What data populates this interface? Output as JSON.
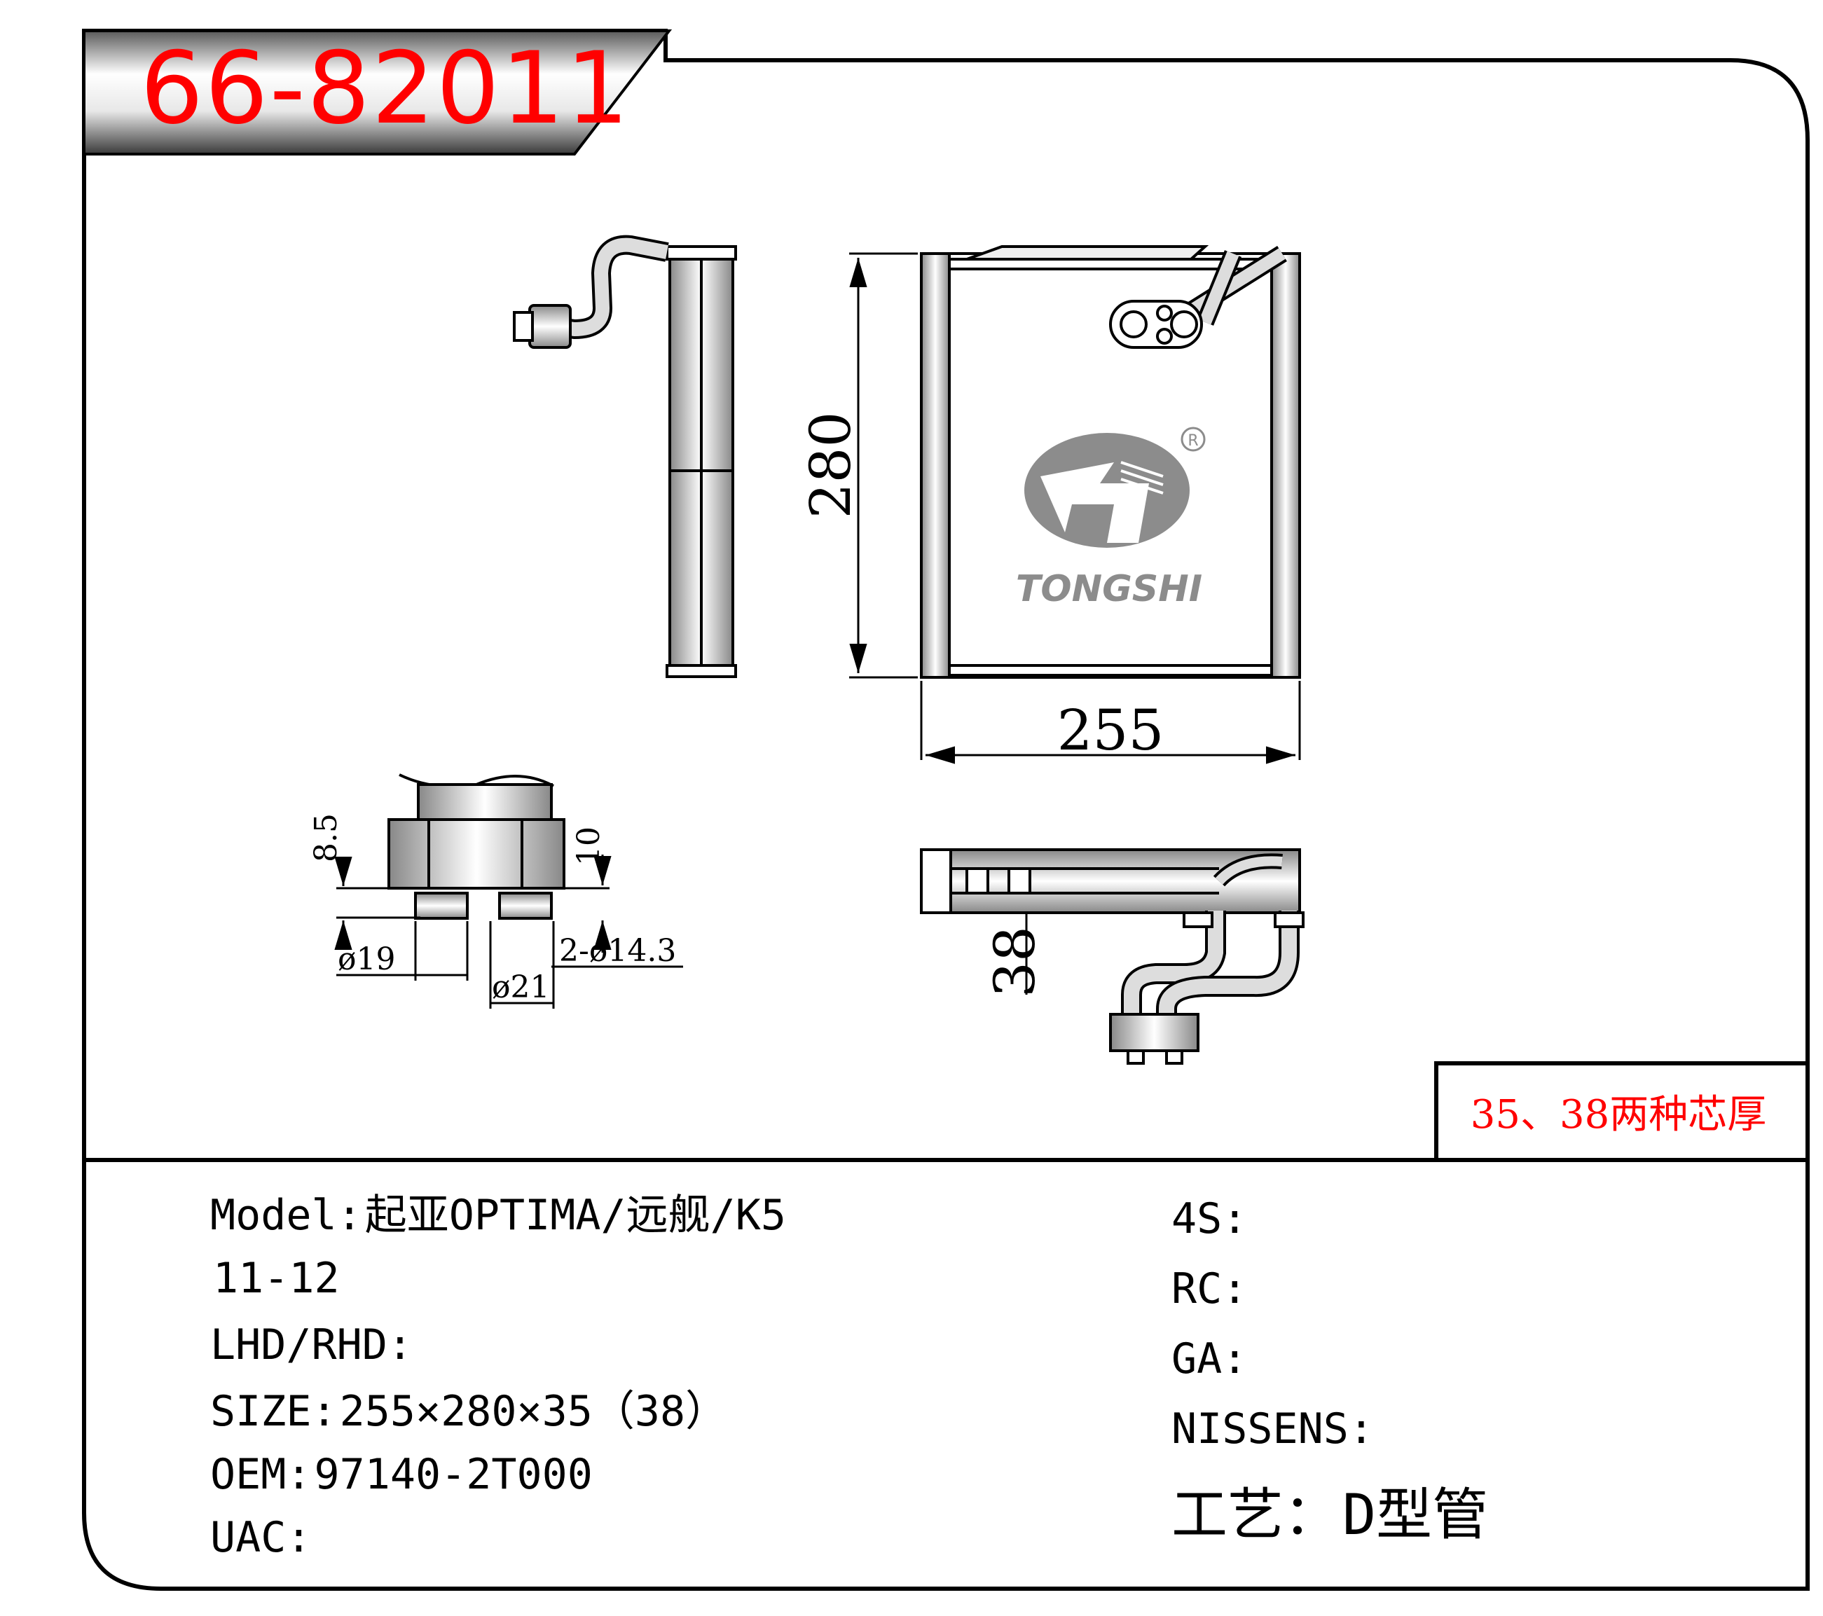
{
  "part_number": "66-82011",
  "brand": "TONGSHI",
  "note": "35、38两种芯厚",
  "dimensions": {
    "height": "280",
    "width": "255",
    "depth": "38",
    "flange_height_a": "8.5",
    "flange_height_b": "10",
    "dia_a": "ø19",
    "dia_b": "ø21",
    "dia_c": "2-ø14.3"
  },
  "specs_left": [
    {
      "label": "Model:",
      "value": "起亚OPTIMA/远舰/K5"
    },
    {
      "label": "",
      "value": "11-12"
    },
    {
      "label": "LHD/RHD:",
      "value": ""
    },
    {
      "label": "SIZE:",
      "value": "255×280×35（38）"
    },
    {
      "label": "OEM:",
      "value": "97140-2T000"
    },
    {
      "label": "UAC:",
      "value": ""
    }
  ],
  "specs_right": [
    {
      "label": "4S:",
      "value": ""
    },
    {
      "label": "RC:",
      "value": ""
    },
    {
      "label": "GA:",
      "value": ""
    },
    {
      "label": "NISSENS:",
      "value": ""
    },
    {
      "label": "工艺：",
      "value": "D型管"
    }
  ],
  "colors": {
    "part_number": "#ff0000",
    "note": "#ff0000",
    "logo": "#8c8c8c",
    "line": "#000000"
  }
}
